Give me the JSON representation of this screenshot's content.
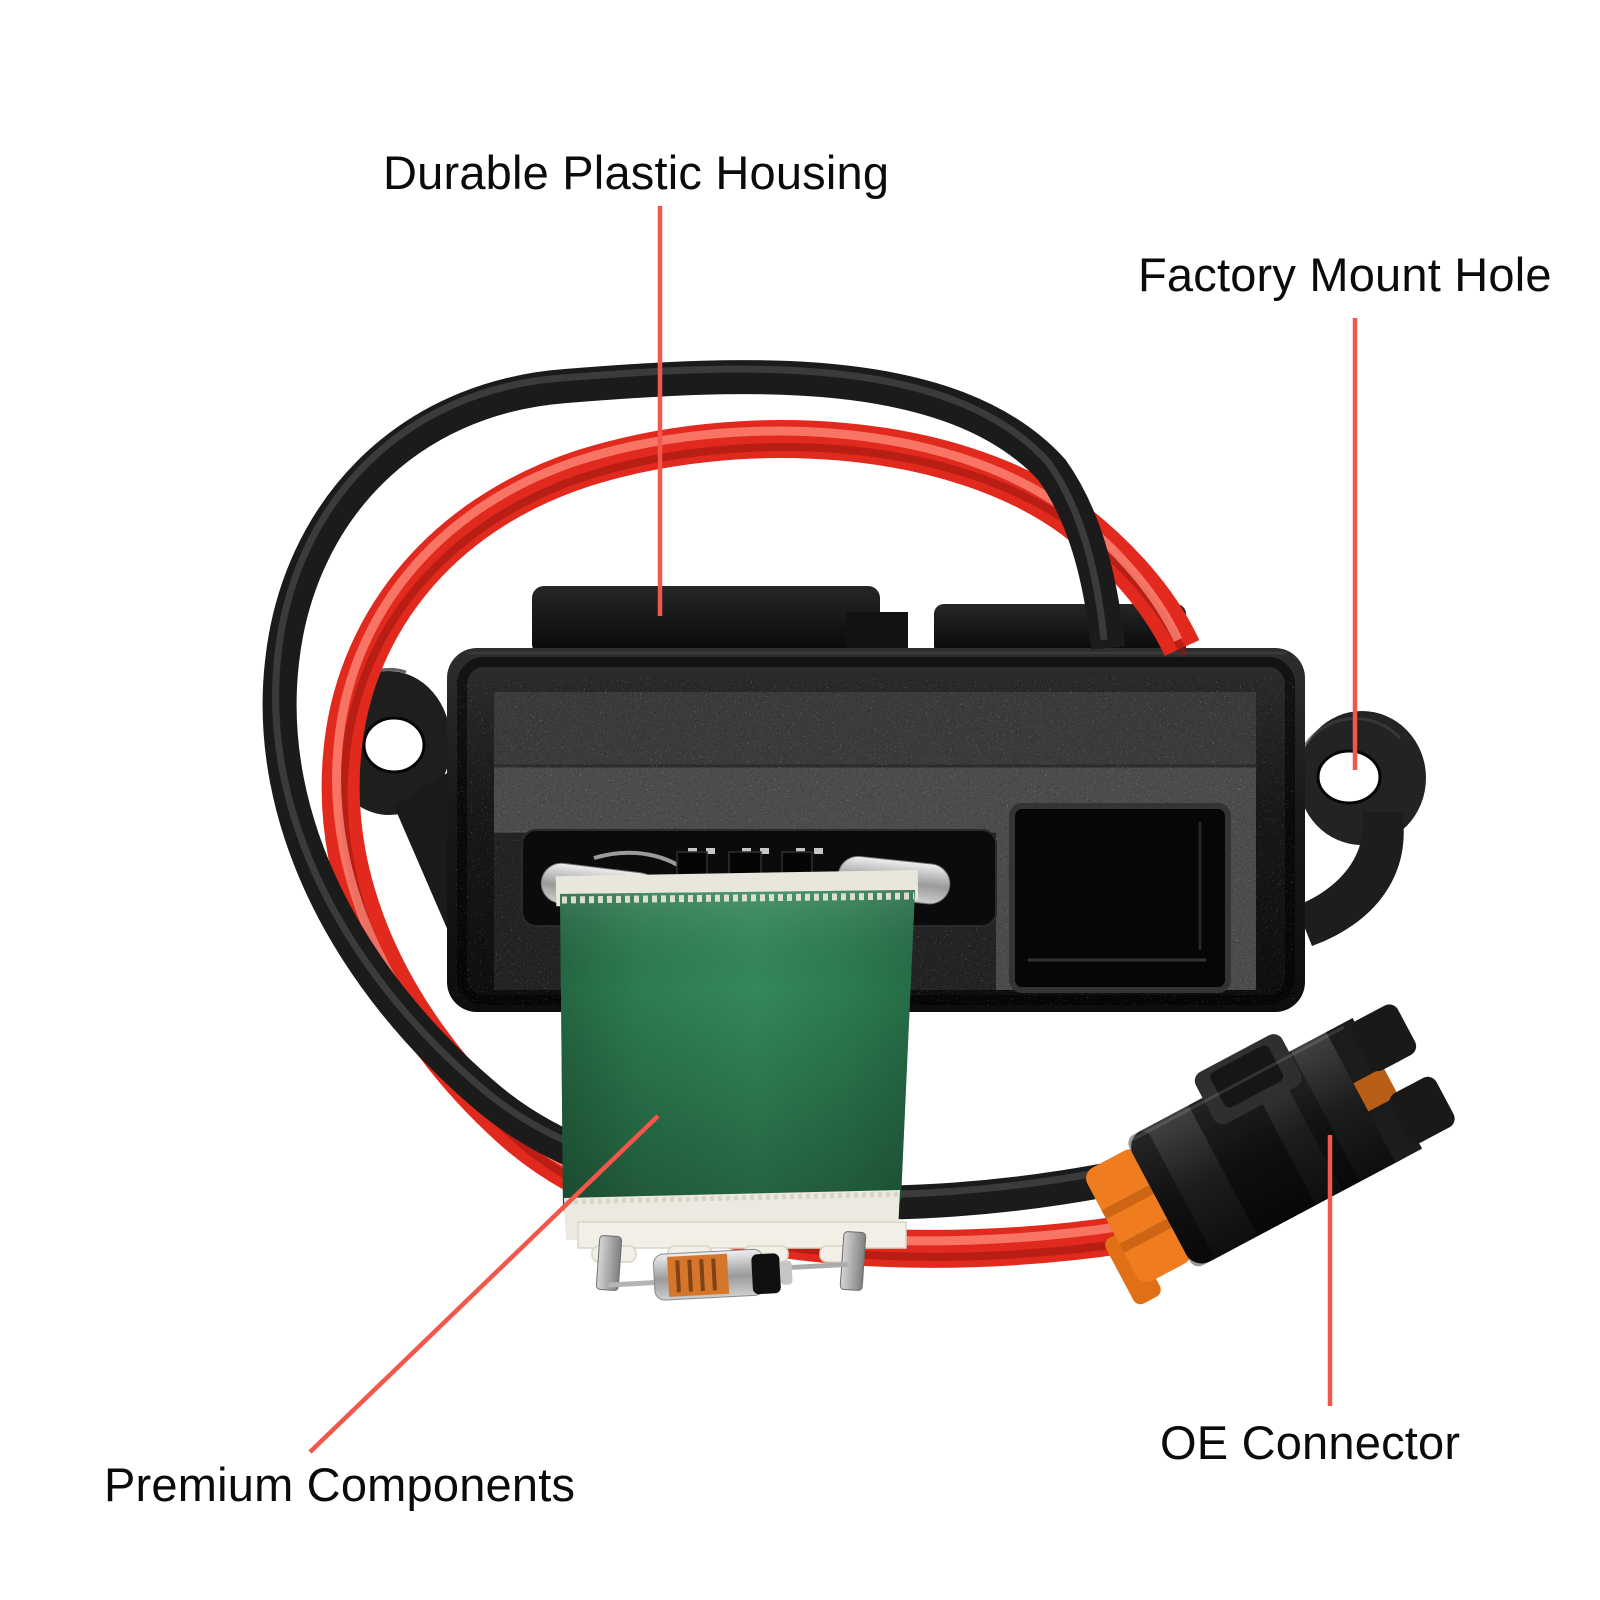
{
  "callouts": {
    "housing": "Durable Plastic Housing",
    "mount_hole": "Factory Mount Hole",
    "components": "Premium Components",
    "oe_connector": "OE Connector"
  },
  "colors": {
    "background": "#FFFFFF",
    "label_text": "#0B0B0B",
    "leader_line": "#F3564A",
    "wire_red": "#E2291D",
    "wire_black": "#1B1B1B",
    "resistor_green": "#2F7E52",
    "seal_orange": "#EF7C1F",
    "housing_black": "#161616",
    "metal_silver": "#C9C9C9",
    "fuse_label_orange": "#D4772C"
  }
}
